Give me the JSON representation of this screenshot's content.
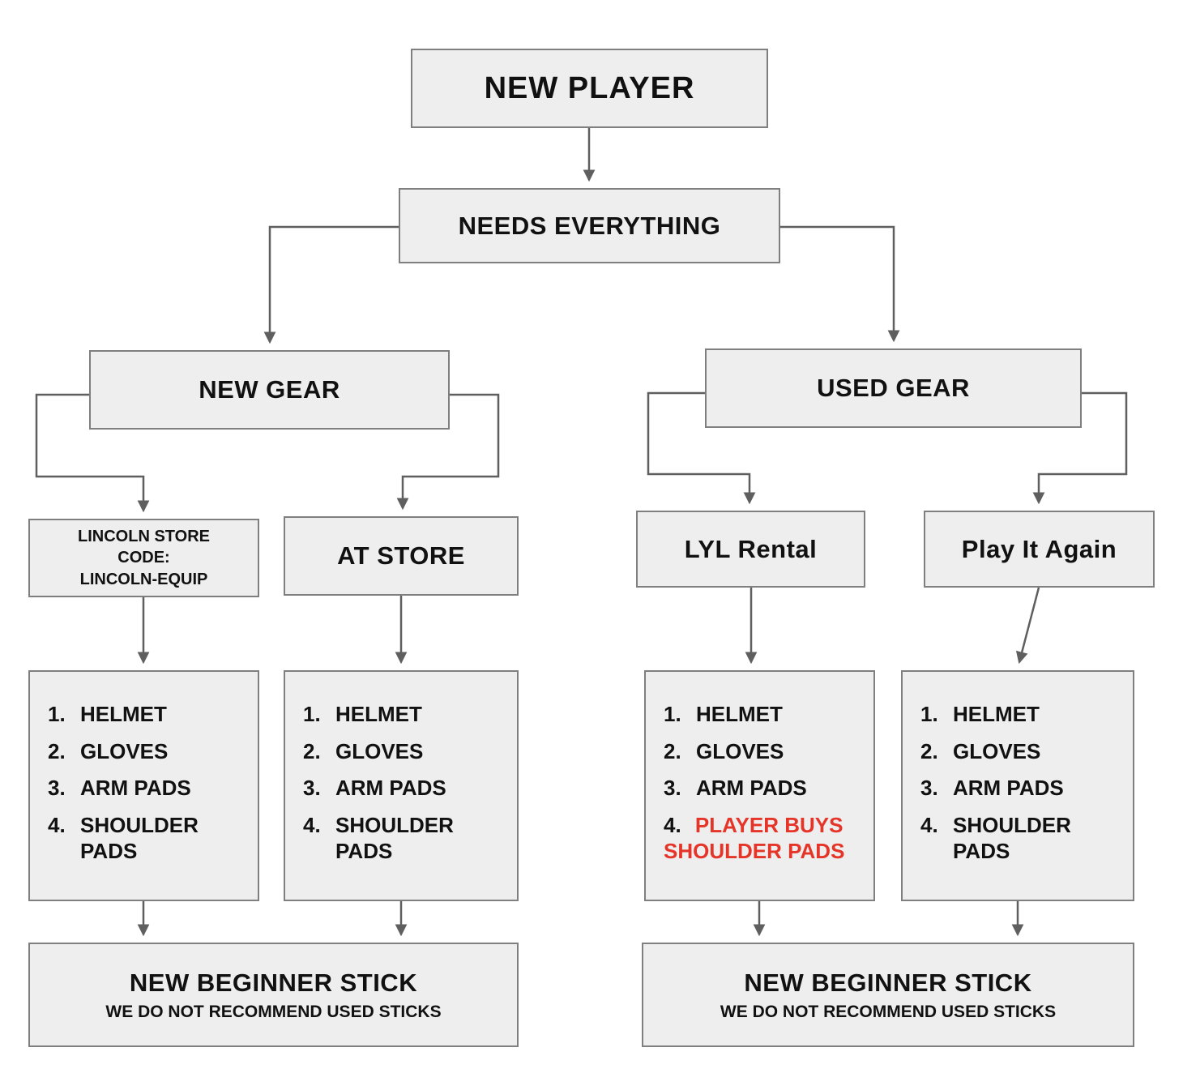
{
  "colors": {
    "box_bg": "#eeeeee",
    "box_border": "#7f7f7f",
    "text": "#111111",
    "highlight": "#e53529",
    "arrow": "#5f5f5f"
  },
  "nodes": {
    "new_player": "NEW PLAYER",
    "needs_everything": "NEEDS EVERYTHING",
    "new_gear": "NEW GEAR",
    "used_gear": "USED GEAR",
    "lincoln_store_code": {
      "line1": "LINCOLN STORE",
      "line2": "CODE:",
      "line3": "LINCOLN-EQUIP"
    },
    "at_store": "AT STORE",
    "lyl_rental": "LYL Rental",
    "play_it_again": "Play It Again"
  },
  "lists": {
    "lincoln": {
      "items": [
        {
          "num": "1.",
          "text": "HELMET"
        },
        {
          "num": "2.",
          "text": "GLOVES"
        },
        {
          "num": "3.",
          "text": "ARM PADS"
        },
        {
          "num": "4.",
          "text": "SHOULDER PADS"
        }
      ]
    },
    "at_store": {
      "items": [
        {
          "num": "1.",
          "text": "HELMET"
        },
        {
          "num": "2.",
          "text": "GLOVES"
        },
        {
          "num": "3.",
          "text": "ARM PADS"
        },
        {
          "num": "4.",
          "text": "SHOULDER PADS"
        }
      ]
    },
    "lyl_rental": {
      "items": [
        {
          "num": "1.",
          "text": "HELMET"
        },
        {
          "num": "2.",
          "text": "GLOVES"
        },
        {
          "num": "3.",
          "text": "ARM PADS"
        },
        {
          "num": "4.",
          "text": "PLAYER BUYS SHOULDER PADS",
          "highlight": true
        }
      ]
    },
    "play_it_again": {
      "items": [
        {
          "num": "1.",
          "text": "HELMET"
        },
        {
          "num": "2.",
          "text": "GLOVES"
        },
        {
          "num": "3.",
          "text": "ARM PADS"
        },
        {
          "num": "4.",
          "text": "SHOULDER PADS"
        }
      ]
    }
  },
  "footers": {
    "left": {
      "title": "NEW BEGINNER STICK",
      "subtitle": "WE DO NOT RECOMMEND USED STICKS"
    },
    "right": {
      "title": "NEW BEGINNER STICK",
      "subtitle": "WE DO NOT RECOMMEND USED STICKS"
    }
  }
}
